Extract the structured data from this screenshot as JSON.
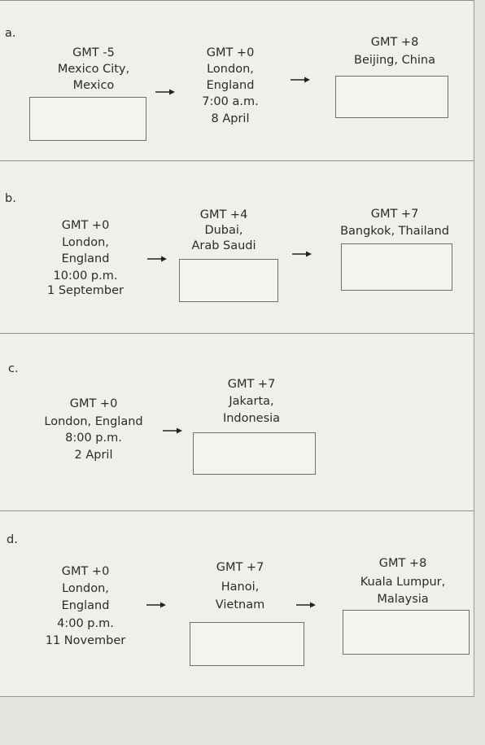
{
  "exercises": {
    "a": {
      "letter": "a.",
      "origin": {
        "offset": "GMT -5",
        "line1": "Mexico City,",
        "line2": "Mexico"
      },
      "middle": {
        "offset": "GMT +0",
        "line1": "London,",
        "line2": "England",
        "time": "7:00 a.m.",
        "date": "8 April"
      },
      "right": {
        "offset": "GMT +8",
        "line1": "Beijing, China"
      }
    },
    "b": {
      "letter": "b.",
      "origin": {
        "offset": "GMT +0",
        "line1": "London,",
        "line2": "England",
        "time": "10:00 p.m.",
        "date": "1 September"
      },
      "middle": {
        "offset": "GMT +4",
        "line1": "Dubai,",
        "line2": "Arab Saudi"
      },
      "right": {
        "offset": "GMT +7",
        "line1": "Bangkok, Thailand"
      }
    },
    "c": {
      "letter": "c.",
      "origin": {
        "offset": "GMT +0",
        "line1": "London, England",
        "time": "8:00 p.m.",
        "date": "2 April"
      },
      "right": {
        "offset": "GMT +7",
        "line1": "Jakarta,",
        "line2": "Indonesia"
      }
    },
    "d": {
      "letter": "d.",
      "origin": {
        "offset": "GMT +0",
        "line1": "London,",
        "line2": "England",
        "time": "4:00 p.m.",
        "date": "11 November"
      },
      "middle": {
        "offset": "GMT +7",
        "line1": "Hanoi,",
        "line2": "Vietnam"
      },
      "right": {
        "offset": "GMT +8",
        "line1": "Kuala Lumpur,",
        "line2": "Malaysia"
      }
    }
  },
  "icons": {
    "arrow": "right-arrow-icon"
  }
}
